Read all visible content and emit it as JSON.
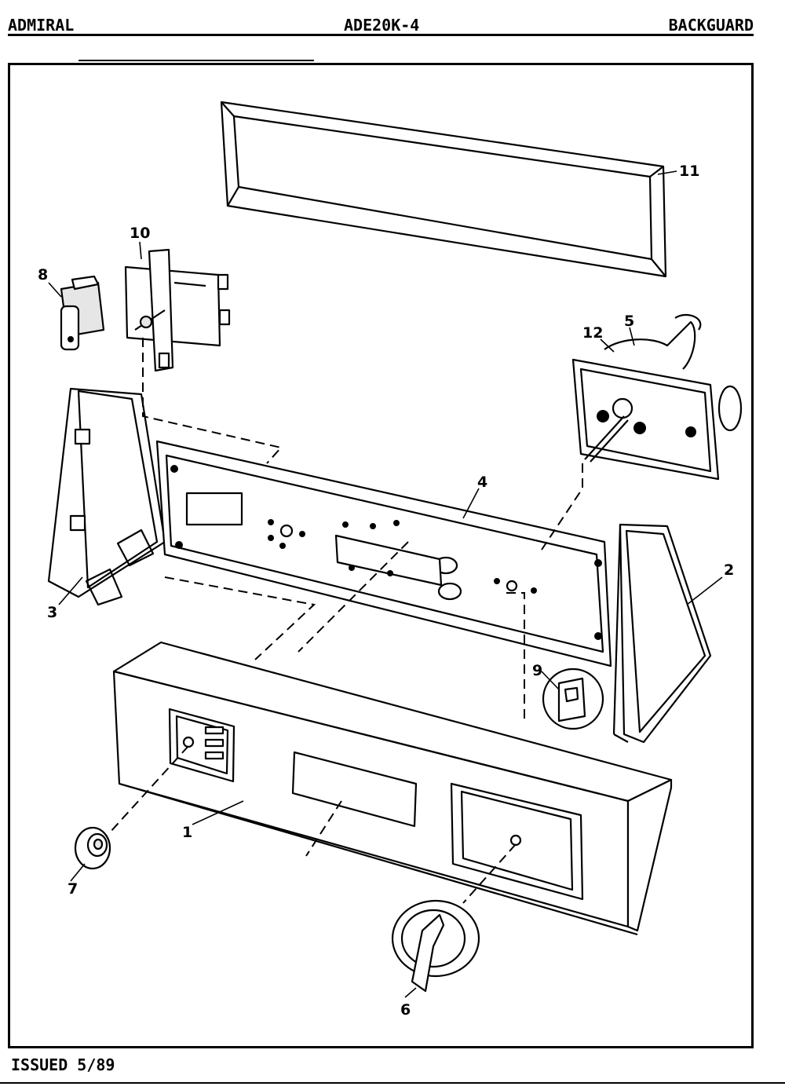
{
  "header": {
    "brand": "ADMIRAL",
    "model": "ADE20K-4",
    "section": "BACKGUARD"
  },
  "footer": {
    "issued": "ISSUED 5/89"
  },
  "callouts": [
    "1",
    "2",
    "3",
    "4",
    "5",
    "6",
    "7",
    "8",
    "9",
    "10",
    "11",
    "12"
  ]
}
